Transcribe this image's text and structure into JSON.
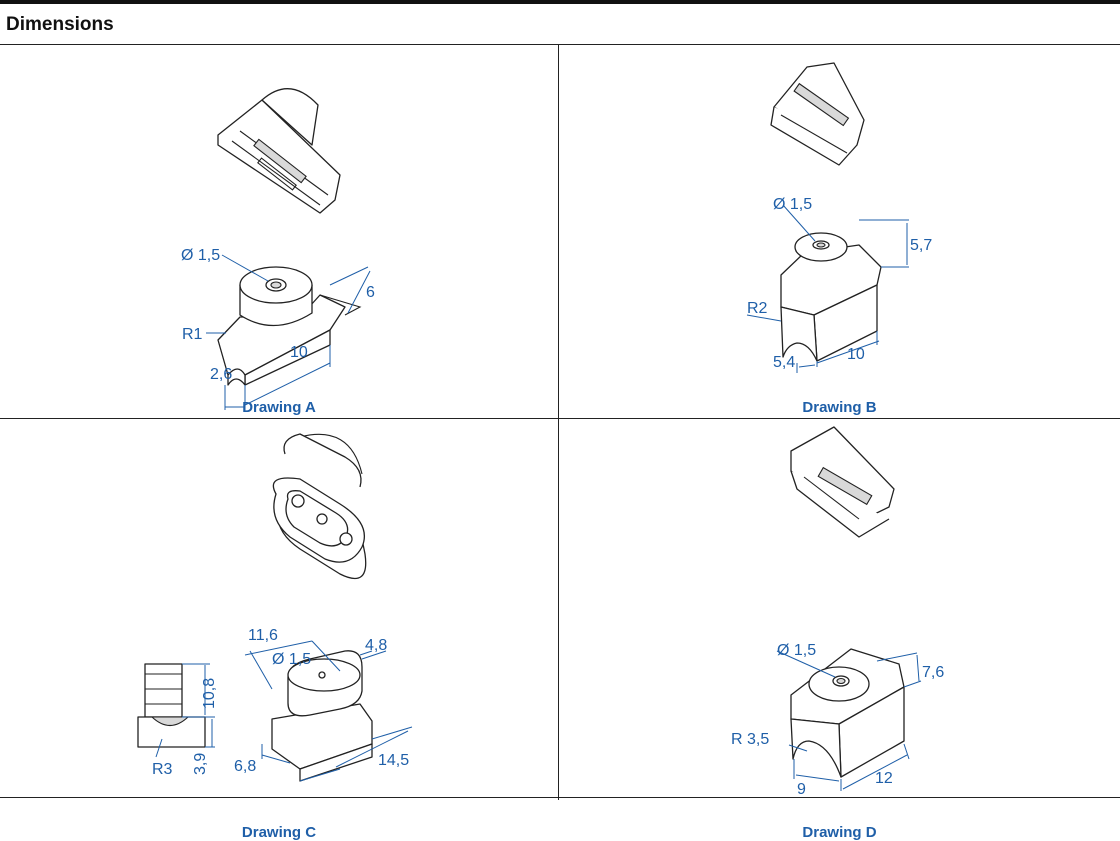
{
  "header": {
    "title": "Dimensions"
  },
  "drawings": [
    {
      "caption": "Drawing A",
      "labels": [
        "Ø 1,5",
        "6",
        "R1",
        "10",
        "2,6"
      ]
    },
    {
      "caption": "Drawing B",
      "labels": [
        "Ø 1,5",
        "5,7",
        "R2",
        "10",
        "5,4"
      ]
    },
    {
      "caption": "Drawing C",
      "labels": [
        "11,6",
        "Ø 1,5",
        "4,8",
        "10,8",
        "R3",
        "3,9",
        "6,8",
        "14,5"
      ]
    },
    {
      "caption": "Drawing D",
      "labels": [
        "Ø 1,5",
        "7,6",
        "R 3,5",
        "9",
        "12"
      ]
    }
  ],
  "colors": {
    "dimension": "#1f5fa8",
    "outline": "#222222",
    "caption": "#1f5fa8"
  }
}
